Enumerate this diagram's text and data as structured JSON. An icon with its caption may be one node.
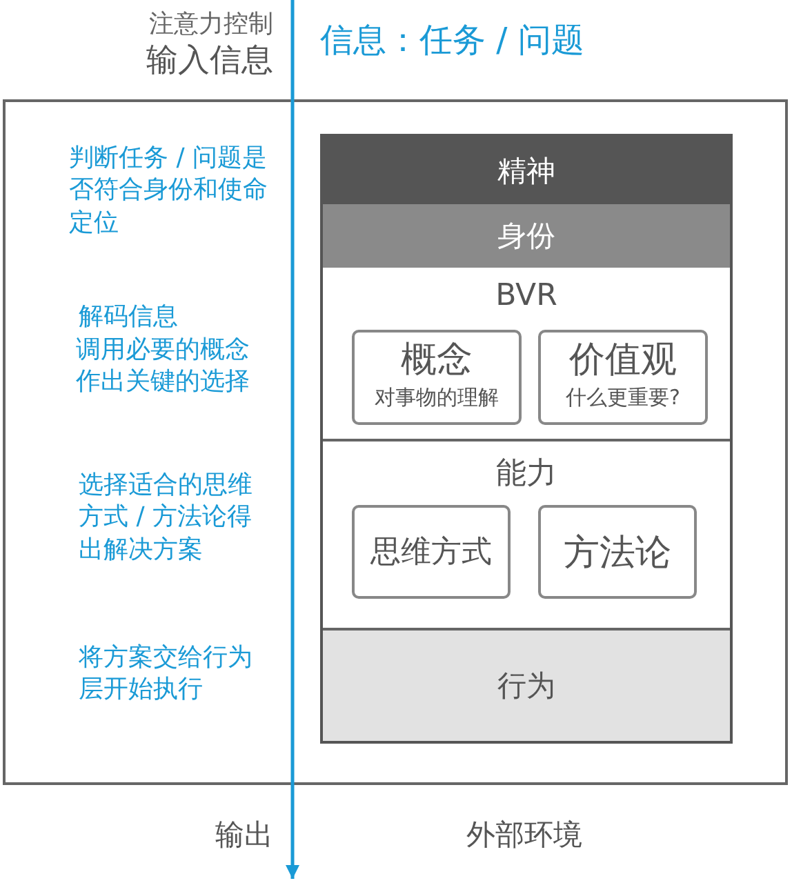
{
  "diagram": {
    "nodes": [
      {
        "text": [],
        "shape": "box"
      },
      {
        "text": [],
        "shape": "box",
        "in": 0
      },
      {
        "text": [
          "精神"
        ],
        "in": 1
      },
      {
        "text": [
          "身份"
        ],
        "in": 1
      },
      {
        "text": [
          "BVR"
        ],
        "in": 1
      },
      {
        "text": [
          "概念",
          "对事物的理解"
        ],
        "in": 4
      },
      {
        "text": [
          "价值观",
          "什么更重要?"
        ],
        "in": 4
      },
      {
        "text": [
          "能力"
        ],
        "in": 1
      },
      {
        "text": [
          "思维方式"
        ],
        "in": 7
      },
      {
        "text": [
          "方法论"
        ],
        "in": 7
      },
      {
        "text": [
          "行为"
        ],
        "in": 1
      }
    ],
    "labels": [
      "注意力控制",
      "输入信息",
      "信息：任务 / 问题",
      "判断任务 / 问题是否符合身份和使命定位",
      "解码信息",
      "调用必要的概念作出关键的选择",
      "选择适合的思维方式 / 方法论得出解决方案",
      "将方案交给行为层开始执行",
      "输出",
      "外部环境"
    ]
  }
}
